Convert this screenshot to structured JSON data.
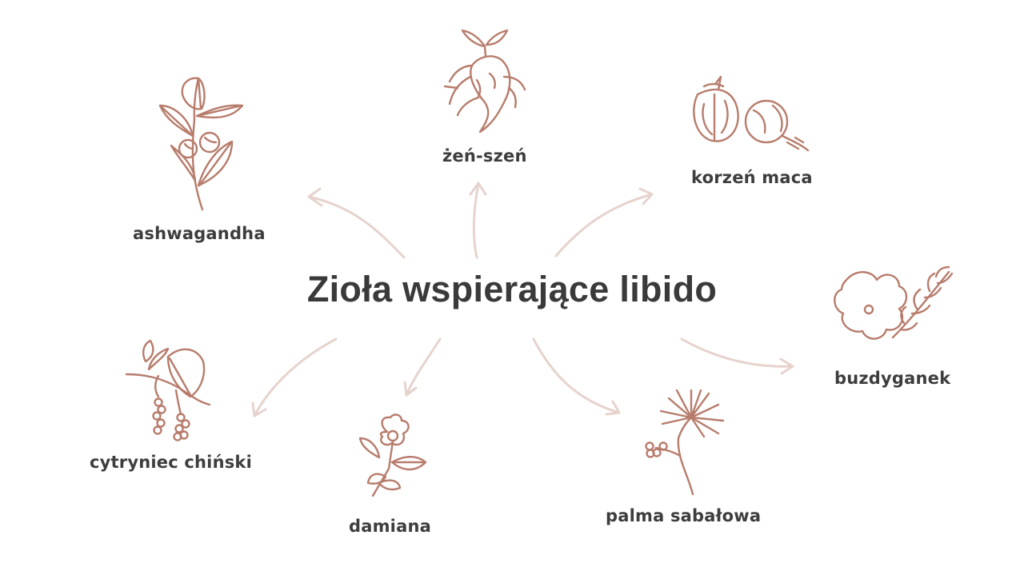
{
  "title": "Zioła wspierające libido",
  "herbs": [
    {
      "id": "ashwagandha",
      "label": "ashwagandha",
      "icon": "ashwagandha-icon"
    },
    {
      "id": "zen-szen",
      "label": "żeń-szeń",
      "icon": "ginseng-root-icon"
    },
    {
      "id": "maca",
      "label": "korzeń maca",
      "icon": "maca-root-icon"
    },
    {
      "id": "buzdyganek",
      "label": "buzdyganek",
      "icon": "tribulus-icon"
    },
    {
      "id": "palma",
      "label": "palma sabałowa",
      "icon": "saw-palmetto-icon"
    },
    {
      "id": "damiana",
      "label": "damiana",
      "icon": "damiana-flower-icon"
    },
    {
      "id": "cytryniec",
      "label": "cytryniec chiński",
      "icon": "schisandra-icon"
    }
  ],
  "colors": {
    "icon": "#b77c6c",
    "arrow": "#e6d3cd",
    "text": "#3d3d3d"
  }
}
